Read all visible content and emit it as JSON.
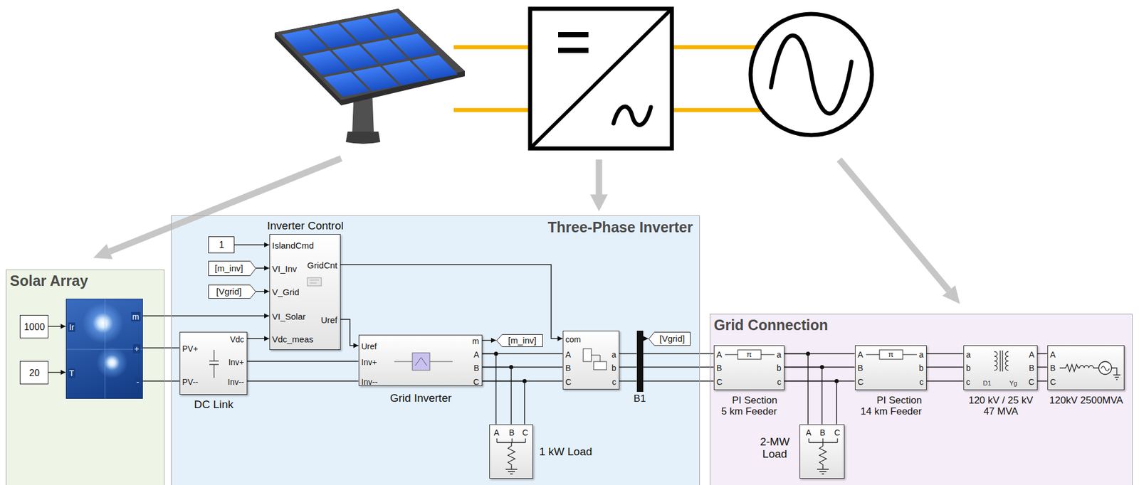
{
  "diagram": {
    "nodes": [
      {
        "text": [
          "Solar Array"
        ]
      },
      {
        "text": [
          "1000"
        ],
        "in": 0
      },
      {
        "text": [
          "20"
        ],
        "in": 0
      },
      {
        "text": [
          "Ir",
          "T",
          "m",
          "+",
          "-"
        ],
        "in": 0
      },
      {
        "text": [
          "Three-Phase Inverter"
        ]
      },
      {
        "text": [
          "Inverter Control",
          "IslandCmd",
          "VI_Inv",
          "V_Grid",
          "VI_Solar",
          "Vdc_meas",
          "GridCnt",
          "Uref"
        ],
        "in": 4
      },
      {
        "text": [
          "1"
        ],
        "in": 4
      },
      {
        "text": [
          "[m_inv]"
        ],
        "in": 4
      },
      {
        "text": [
          "[Vgrid]"
        ],
        "in": 4
      },
      {
        "text": [
          "PV+",
          "PV--",
          "Vdc",
          "Inv+",
          "Inv--",
          "DC Link"
        ],
        "in": 4
      },
      {
        "text": [
          "Uref",
          "Inv+",
          "Inv--",
          "m",
          "A",
          "B",
          "C",
          "Grid Inverter"
        ],
        "in": 4
      },
      {
        "text": [
          "[m_inv]"
        ],
        "in": 4
      },
      {
        "text": [
          "com",
          "A",
          "B",
          "C",
          "a",
          "b",
          "c"
        ],
        "in": 4
      },
      {
        "text": [
          "B1"
        ],
        "in": 4
      },
      {
        "text": [
          "[Vgrid]"
        ],
        "in": 4
      },
      {
        "text": [
          "A",
          "B",
          "C",
          "1 kW Load"
        ],
        "in": 4
      },
      {
        "text": [
          "Grid Connection"
        ]
      },
      {
        "text": [
          "A",
          "B",
          "C",
          "π",
          "a",
          "b",
          "c",
          "PI Section 5 km Feeder"
        ],
        "in": 16
      },
      {
        "text": [
          "A",
          "B",
          "C",
          "2-MW Load"
        ],
        "in": 16
      },
      {
        "text": [
          "A",
          "B",
          "C",
          "π",
          "a",
          "b",
          "c",
          "PI Section 14 km Feeder"
        ],
        "in": 16
      },
      {
        "text": [
          "a",
          "b",
          "c",
          "D1",
          "Yg",
          "A",
          "B",
          "C",
          "120 kV / 25 kV 47 MVA"
        ],
        "in": 16
      },
      {
        "text": [
          "A",
          "B",
          "C",
          "120kV 2500MVA"
        ],
        "in": 16
      }
    ],
    "edges": [
      {
        "from": 1,
        "to": 3,
        "arrow": "to"
      },
      {
        "from": 2,
        "to": 3,
        "arrow": "to"
      },
      {
        "from": 3,
        "to": 9,
        "arrow": "none"
      },
      {
        "from": 3,
        "to": 5,
        "arrow": "to"
      },
      {
        "from": 6,
        "to": 5,
        "arrow": "to"
      },
      {
        "from": 7,
        "to": 5,
        "arrow": "to"
      },
      {
        "from": 8,
        "to": 5,
        "arrow": "to"
      },
      {
        "from": 9,
        "to": 5,
        "arrow": "to"
      },
      {
        "from": 5,
        "to": 10,
        "arrow": "to"
      },
      {
        "from": 5,
        "to": 12,
        "arrow": "to"
      },
      {
        "from": 9,
        "to": 10,
        "arrow": "none"
      },
      {
        "from": 10,
        "to": 11,
        "arrow": "to"
      },
      {
        "from": 10,
        "to": 12,
        "arrow": "none"
      },
      {
        "from": 10,
        "to": 15,
        "arrow": "none"
      },
      {
        "from": 12,
        "to": 13,
        "arrow": "none"
      },
      {
        "from": 13,
        "to": 14,
        "arrow": "to"
      },
      {
        "from": 13,
        "to": 17,
        "arrow": "none"
      },
      {
        "from": 17,
        "to": 19,
        "arrow": "none"
      },
      {
        "from": 17,
        "to": 18,
        "arrow": "none"
      },
      {
        "from": 19,
        "to": 20,
        "arrow": "none"
      },
      {
        "from": 20,
        "to": 21,
        "arrow": "none"
      }
    ]
  }
}
